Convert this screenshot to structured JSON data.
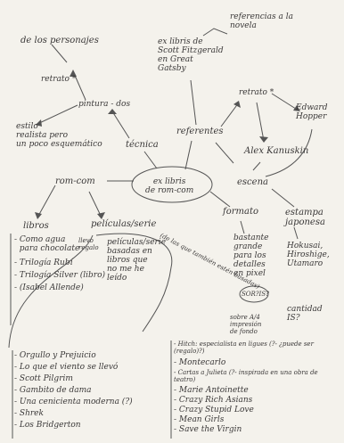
{
  "nodes": {
    "center": "ex libris\nde rom-com",
    "tecnica": "técnica",
    "referentes": "referentes",
    "pintura": "pintura - dos",
    "retrato_left": "retrato *",
    "de_los_personajes": "de los personajes",
    "estilo": "estilo\nrealista pero\nun poco esquemático",
    "gatsby": "ex libris de\nScott Fitzgerald\nen Great\nGatsby",
    "referencias": "referencias a la\nnovela",
    "retrato_right": "retrato *",
    "hopper": "Edward\nHopper",
    "kanuskin": "Alex Kanuskin",
    "escena": "escena",
    "estampa": "estampa\njaponesa",
    "hokusai": "Hokusai,\nHiroshige,\nUtamaro",
    "cantidad": "cantidad\nIS?",
    "formato": "formato",
    "bastante": "bastante\ngrande\npara los\ndetalles\nen pixel",
    "sobre": "sobre A/4\nimpresión\nde fondo",
    "sorpesa": "SOR?IS?",
    "romcom": "rom-com",
    "libros": "libros",
    "peliculas": "películas/serie",
    "tambien": "(de las que también estén basadas)",
    "basadas": "películas/serie\nbasadas en\nlibros que\nno me he\nleído",
    "small_note": "llevo\nregalo"
  },
  "libros_list": [
    "- Como agua\n  para chocolate",
    "- Trilogía Rubí",
    "- Trilogía Silver (libro)",
    "- (Isabel Allende)"
  ],
  "movies_left": [
    "- Orgullo y Prejuicio",
    "- Lo que el viento se llevó",
    "- Scott Pilgrim",
    "- Gambito de dama",
    "- Una cenicienta moderna (?)",
    "- Shrek",
    "- Los Bridgerton"
  ],
  "movies_right": [
    "- Hitch: especialista en ligues (?- ¿puede ser (regalo)?)",
    "- Montecarlo",
    "- Cartas a Julieta (?- inspirada en una obra de teatro)",
    "- Marie Antoinette",
    "- Crazy Rich Asians",
    "- Crazy Stupid Love",
    "- Mean Girls",
    "- Save the Virgin"
  ]
}
